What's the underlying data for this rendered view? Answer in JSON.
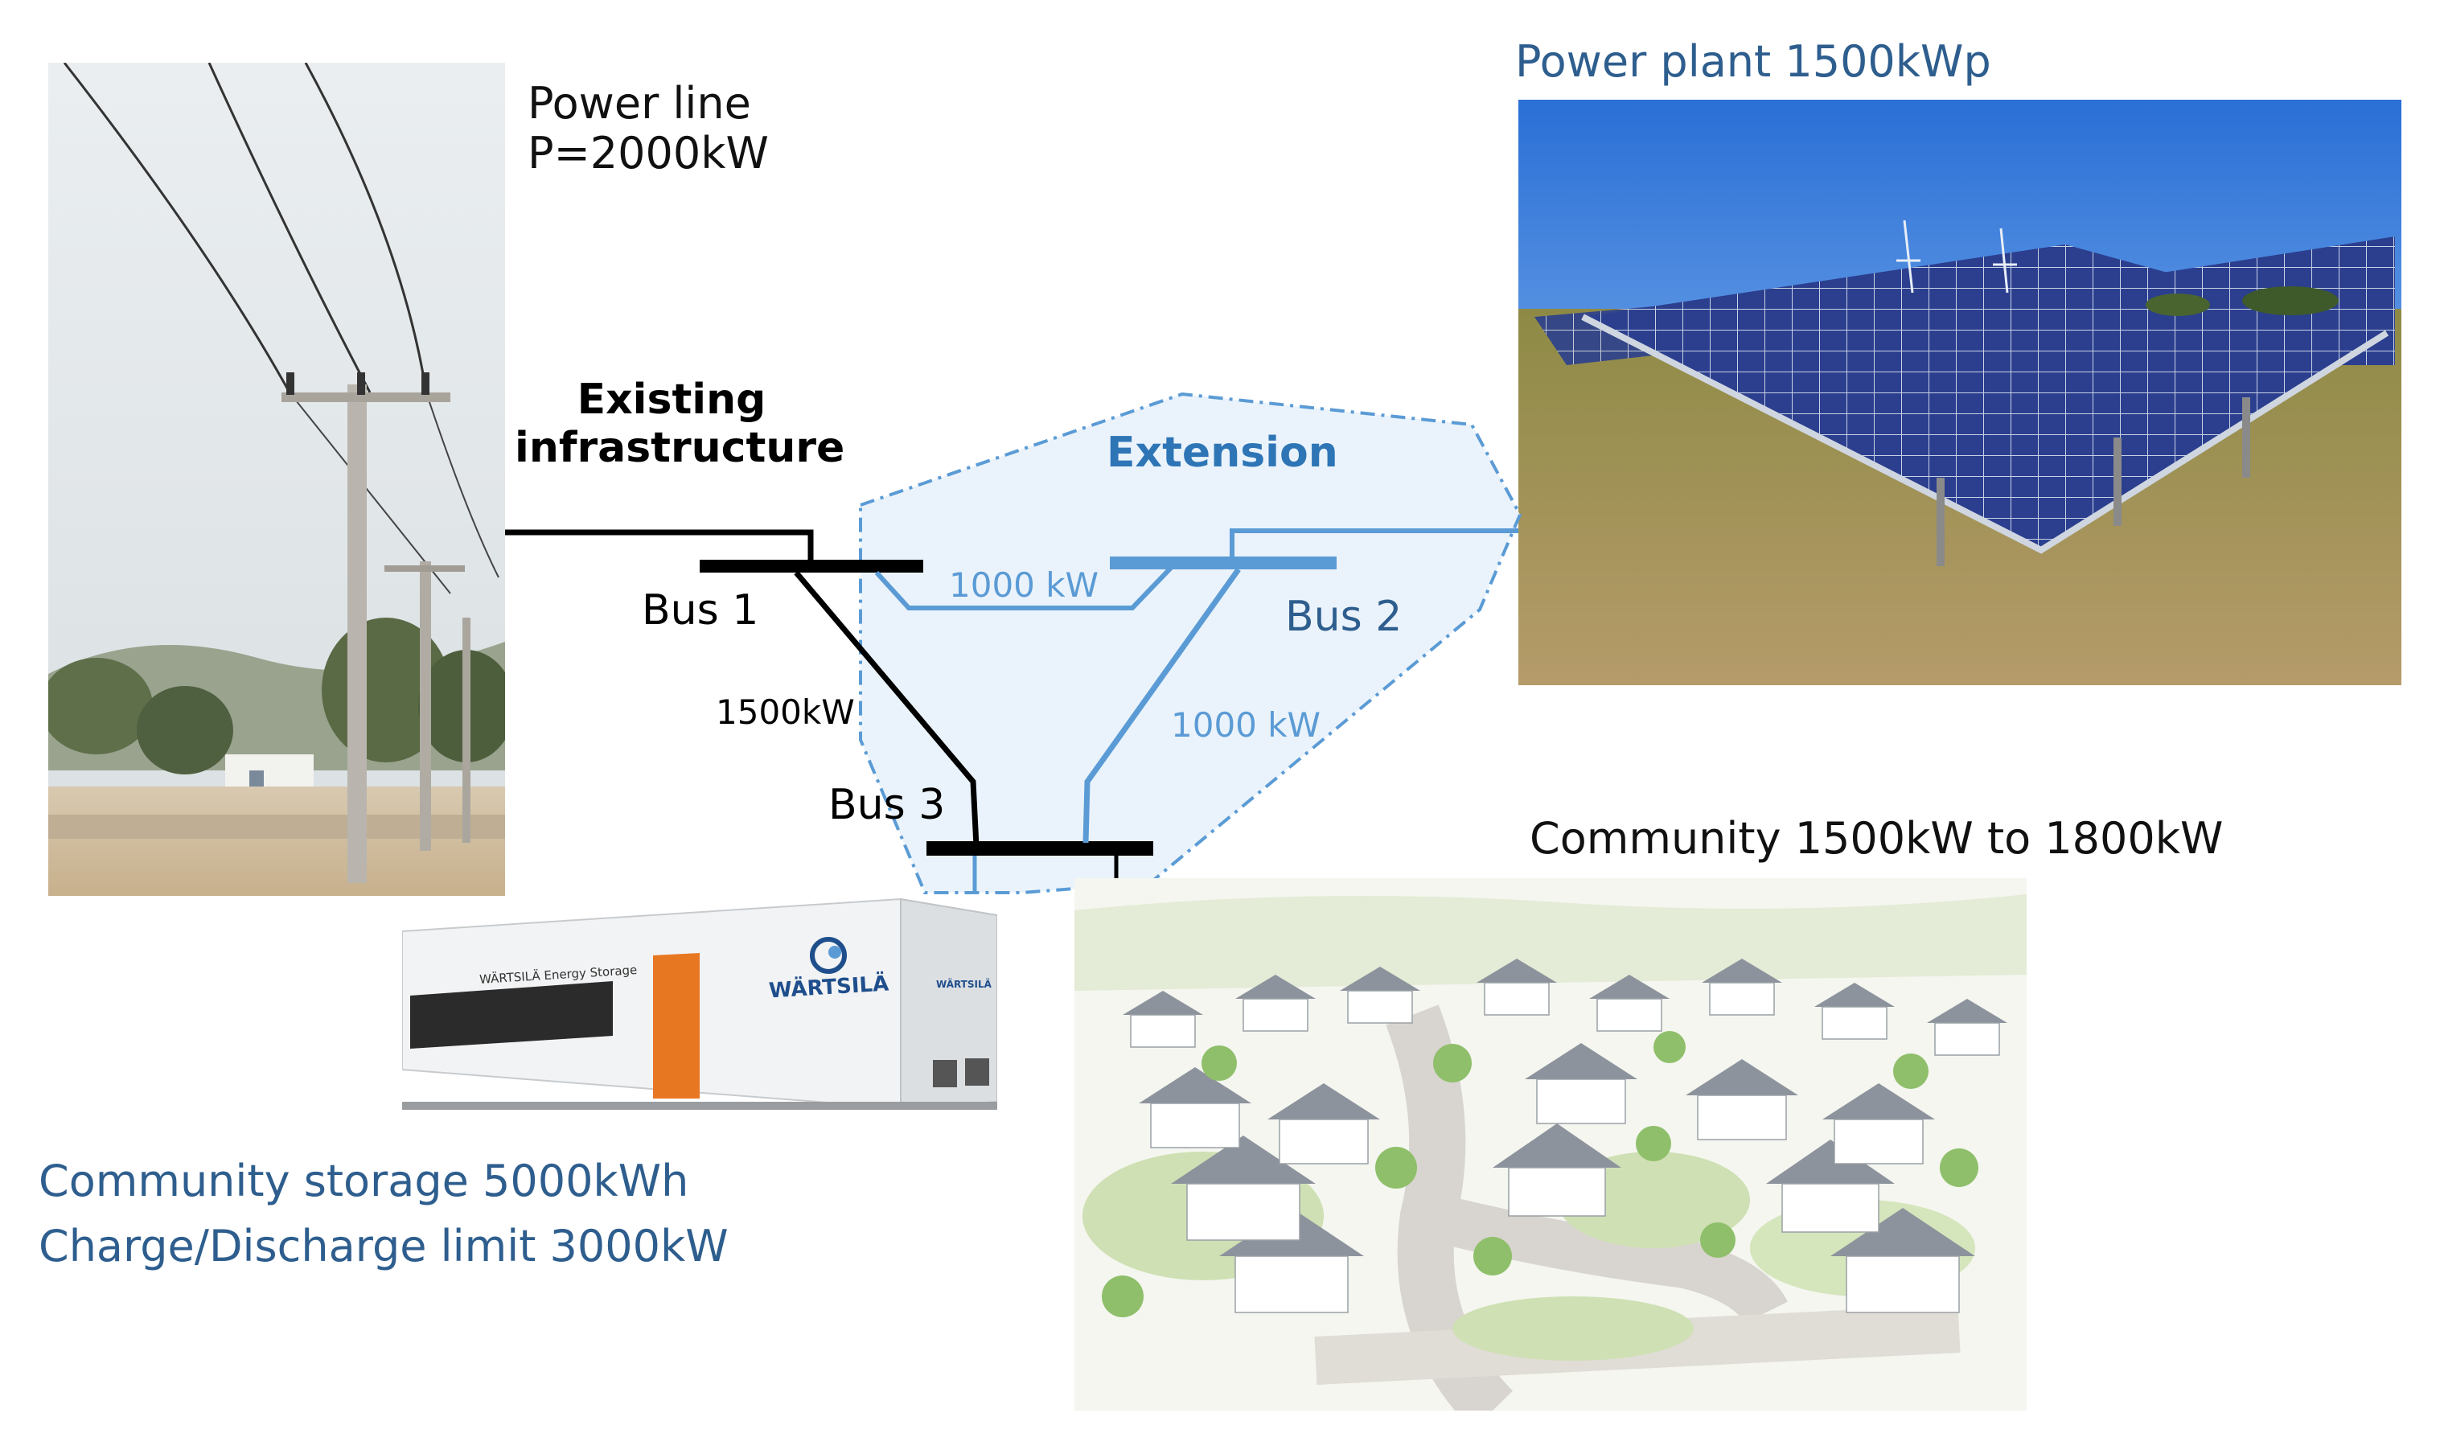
{
  "power_line": {
    "title_line1": "Power line",
    "title_line2": "P=2000kW"
  },
  "power_plant": {
    "title": "Power plant 1500kWp"
  },
  "grid": {
    "existing_line1": "Existing",
    "existing_line2": "infrastructure",
    "extension": "Extension",
    "bus1": "Bus 1",
    "bus2": "Bus 2",
    "bus3": "Bus 3",
    "link_bus1_bus3": "1500kW",
    "link_bus1_bus2": "1000 kW",
    "link_bus2_bus3": "1000 kW"
  },
  "community": {
    "title": "Community 1500kW to 1800kW"
  },
  "storage": {
    "line1": "Community storage 5000kWh",
    "line2": "Charge/Discharge limit 3000kW",
    "container_label": "WÄRTSILÄ Energy Storage",
    "brand": "WÄRTSILÄ",
    "side_brand": "WÄRTSILÄ"
  },
  "colors": {
    "existing": "#000000",
    "extension": "#5b9bd5",
    "extension_fill": "#eaf3fb",
    "blue_text": "#2e5e8e"
  }
}
